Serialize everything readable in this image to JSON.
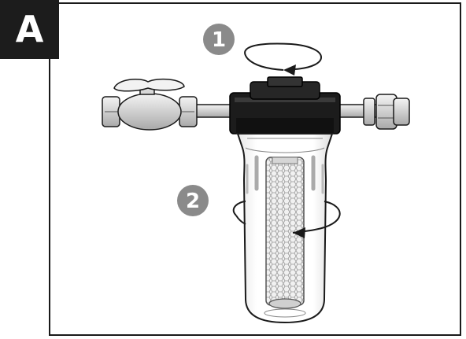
{
  "panel": {
    "label": "A"
  },
  "steps": [
    {
      "number": "1",
      "action": "rotate-counterclockwise",
      "target": "filter-head"
    },
    {
      "number": "2",
      "action": "rotate-counterclockwise",
      "target": "filter-housing"
    }
  ],
  "colors": {
    "step_badge": "#8a8a8a",
    "outline": "#1a1a1a",
    "filter_head": "#1c1c1c",
    "pipe": "#d9d9d9",
    "cartridge": "#eeeeee"
  },
  "icons": {
    "arrow_1": "counterclockwise-arrow-icon",
    "arrow_2": "counterclockwise-arrow-icon"
  }
}
